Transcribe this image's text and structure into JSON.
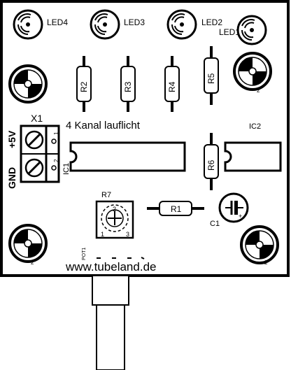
{
  "board": {
    "title": "4 Kanal lauflicht",
    "website": "www.tubeland.de"
  },
  "leds": [
    {
      "label": "LED4"
    },
    {
      "label": "LED3"
    },
    {
      "label": "LED2"
    },
    {
      "label": "LED1"
    }
  ],
  "resistors": {
    "r1": "R1",
    "r2": "R2",
    "r3": "R3",
    "r4": "R4",
    "r5": "R5",
    "r6": "R6"
  },
  "ics": {
    "ic1": "IC1",
    "ic2": "IC2"
  },
  "terminal": {
    "label": "X1",
    "vcc": "+5V",
    "gnd": "GND",
    "pin1": "1",
    "pin2": "2"
  },
  "trimmer": {
    "label": "R7",
    "pin1": "1",
    "pin2": "2",
    "pin3": "3"
  },
  "capacitor": {
    "label": "C1"
  },
  "pot": {
    "label": "POT1"
  }
}
